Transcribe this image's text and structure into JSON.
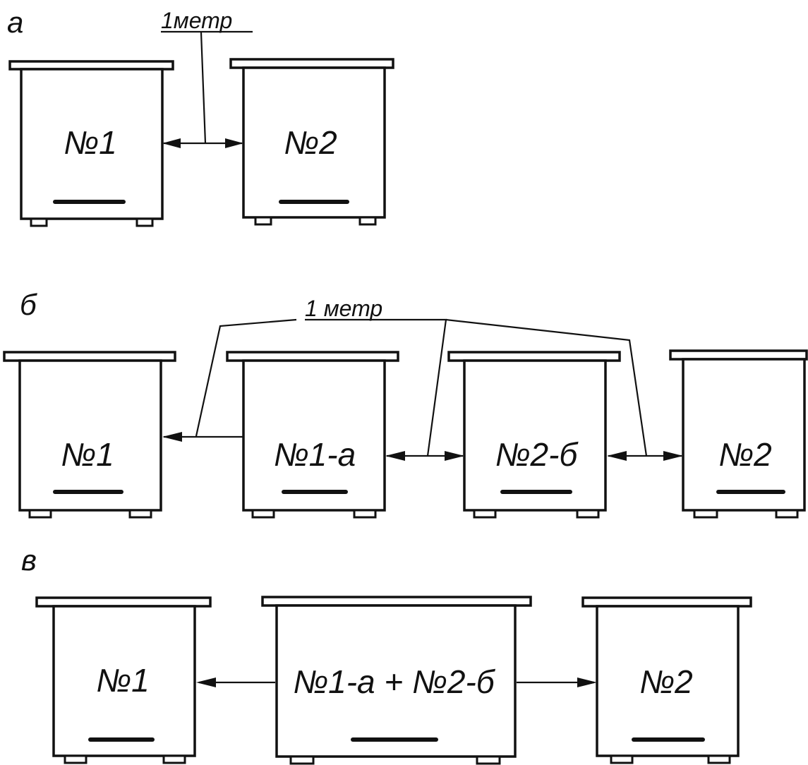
{
  "sections": [
    {
      "letter": "а",
      "dimension_label": "1метр",
      "boxes": [
        "№1",
        "№2"
      ]
    },
    {
      "letter": "б",
      "dimension_label": "1 метр",
      "boxes": [
        "№1",
        "№1-а",
        "№2-б",
        "№2"
      ]
    },
    {
      "letter": "в",
      "boxes": [
        "№1",
        "№1-а + №2-б",
        "№2"
      ]
    }
  ]
}
